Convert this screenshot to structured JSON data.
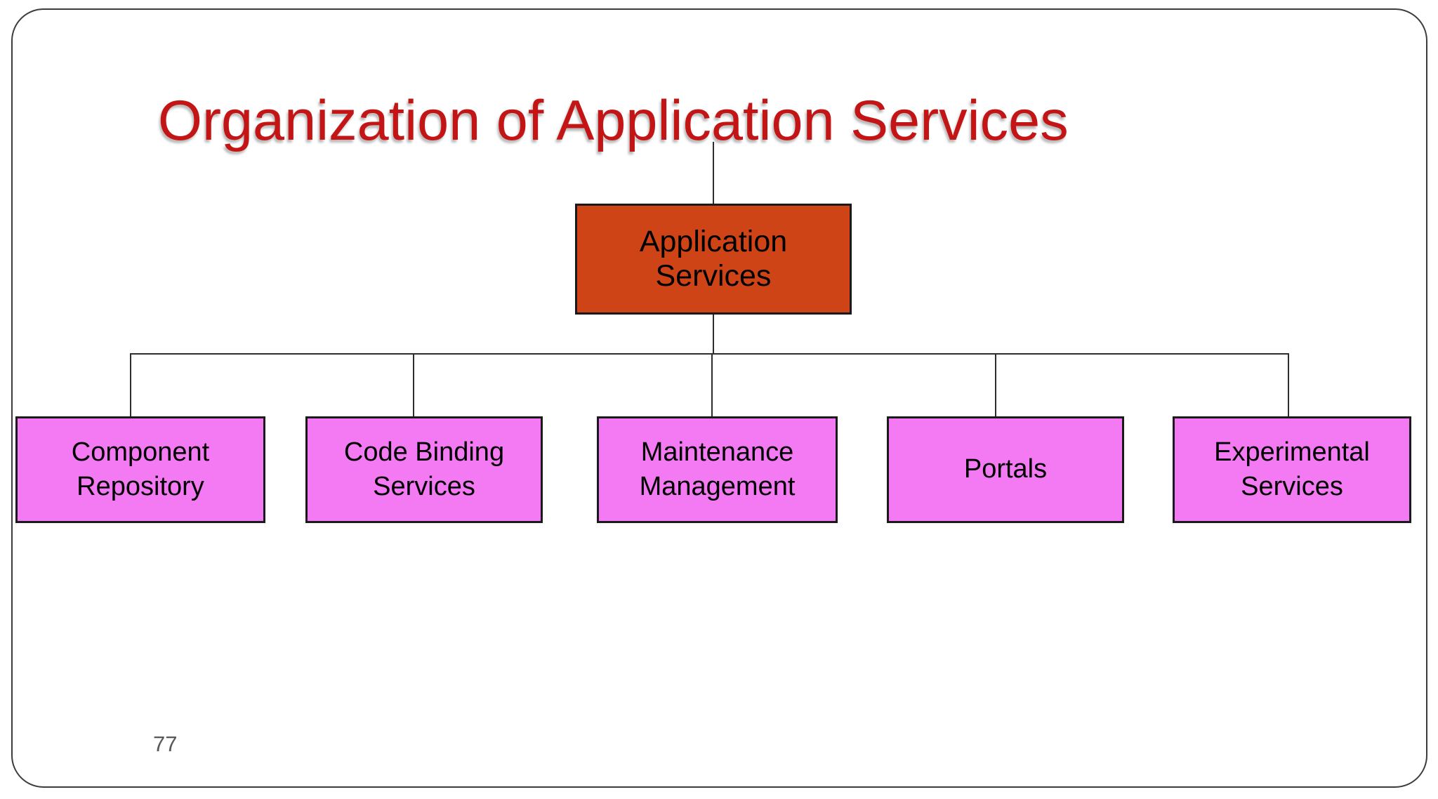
{
  "slide": {
    "title": "Organization of Application Services",
    "page_number": "77"
  },
  "colors": {
    "title_color": "#C31516",
    "root_fill": "#CE4416",
    "child_fill": "#F37AF3",
    "box_border": "#1A1A1A",
    "connector": "#2E2E2E",
    "slide_border": "#3C3C3C",
    "page_number_color": "#595959",
    "box_text": "#000000",
    "background": "#FFFFFF"
  },
  "diagram": {
    "type": "org-chart",
    "root": {
      "label": "Application Services",
      "lines": [
        "Application",
        "Services"
      ]
    },
    "children": [
      {
        "label": "Component Repository",
        "lines": [
          "Component",
          "Repository"
        ]
      },
      {
        "label": "Code Binding Services",
        "lines": [
          "Code Binding",
          "Services"
        ]
      },
      {
        "label": "Maintenance Management",
        "lines": [
          "Maintenance",
          "Management"
        ]
      },
      {
        "label": "Portals",
        "lines": [
          "Portals"
        ]
      },
      {
        "label": "Experimental Services",
        "lines": [
          "Experimental",
          "Services"
        ]
      }
    ]
  }
}
